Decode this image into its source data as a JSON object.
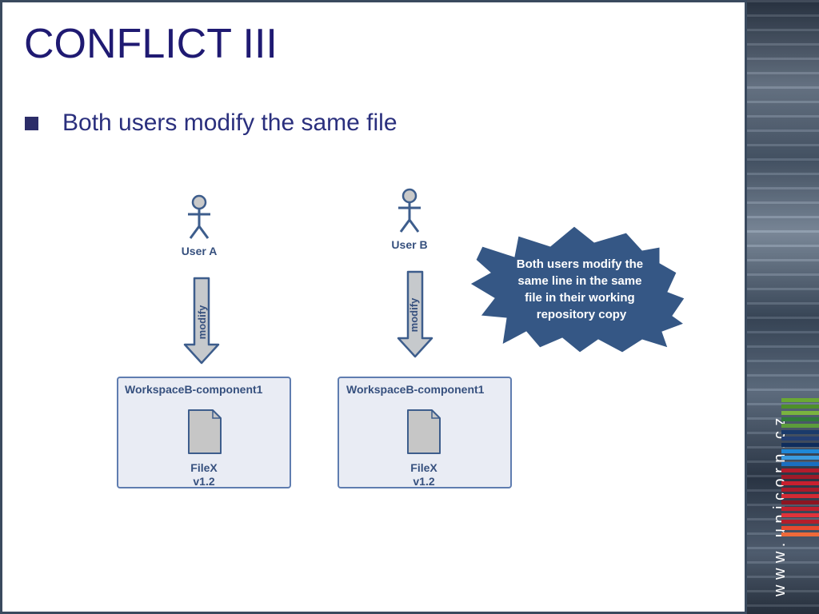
{
  "title": "CONFLICT III",
  "bullet": "Both users modify the same file",
  "users": [
    {
      "label": "User A",
      "arrow_label": "modify",
      "workspace": "WorkspaceB-component1",
      "file_name": "FileX",
      "file_version": "v1.2"
    },
    {
      "label": "User B",
      "arrow_label": "modify",
      "workspace": "WorkspaceB-component1",
      "file_name": "FileX",
      "file_version": "v1.2"
    }
  ],
  "callout": {
    "lines": [
      "Both users modify the",
      "same line in the same",
      "file in their working",
      "repository copy"
    ]
  },
  "brand_url": "www.unicorn.cz",
  "colors": {
    "title": "#1f1a72",
    "bullet_text": "#2a2f7d",
    "label": "#36507e",
    "figure": "#3d5d8c",
    "box_fill": "#e9ecf4",
    "box_stroke": "#5f7db0",
    "arrow_fill": "#c6c9cc",
    "callout_fill": "#355785"
  },
  "stripe_colors": [
    "#6aa834",
    "#4e8f2a",
    "#7ab33f",
    "#2f7a3a",
    "#5c9c3b",
    "#1a3a6b",
    "#243f73",
    "#0f2d5c",
    "#1e88d8",
    "#3b9ce0",
    "#1a6fc0",
    "#b21c2c",
    "#9e1a28",
    "#c8202f",
    "#a81b2a",
    "#d42a33",
    "#8c1622",
    "#c0212e",
    "#e0333a",
    "#b41e2b",
    "#e84a2f",
    "#ef6a3a"
  ]
}
